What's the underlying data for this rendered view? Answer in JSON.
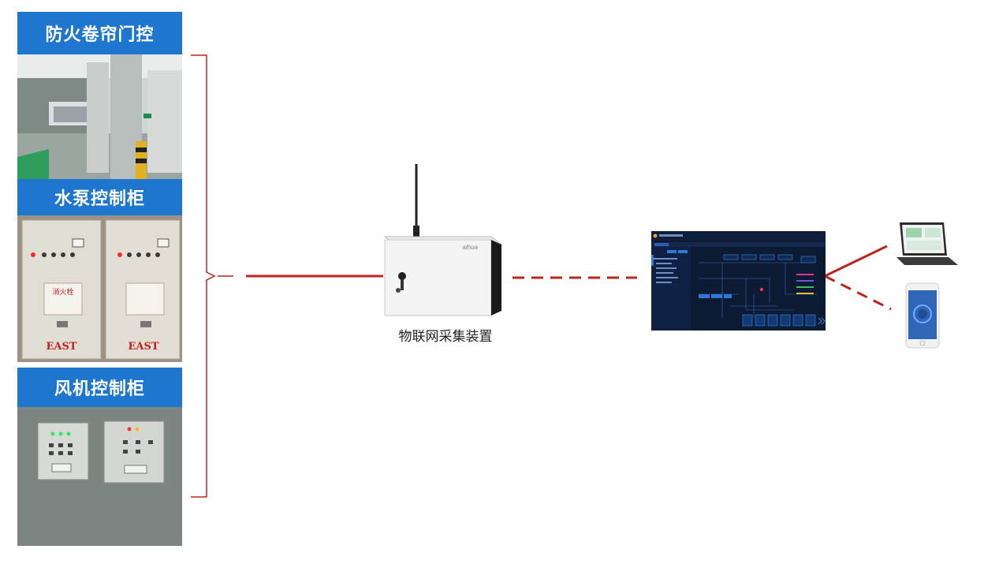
{
  "panels": [
    {
      "label": "防火卷帘门控"
    },
    {
      "label": "水泵控制柜",
      "cabinet_tags": [
        "消火栓",
        "EAST",
        "EAST"
      ]
    },
    {
      "label": "风机控制柜"
    }
  ],
  "device": {
    "label": "物联网采集装置",
    "brand": "alhua"
  },
  "colors": {
    "panel_header": "#1F76CF",
    "connector": "#C0231C",
    "bracket": "#C0231C"
  }
}
